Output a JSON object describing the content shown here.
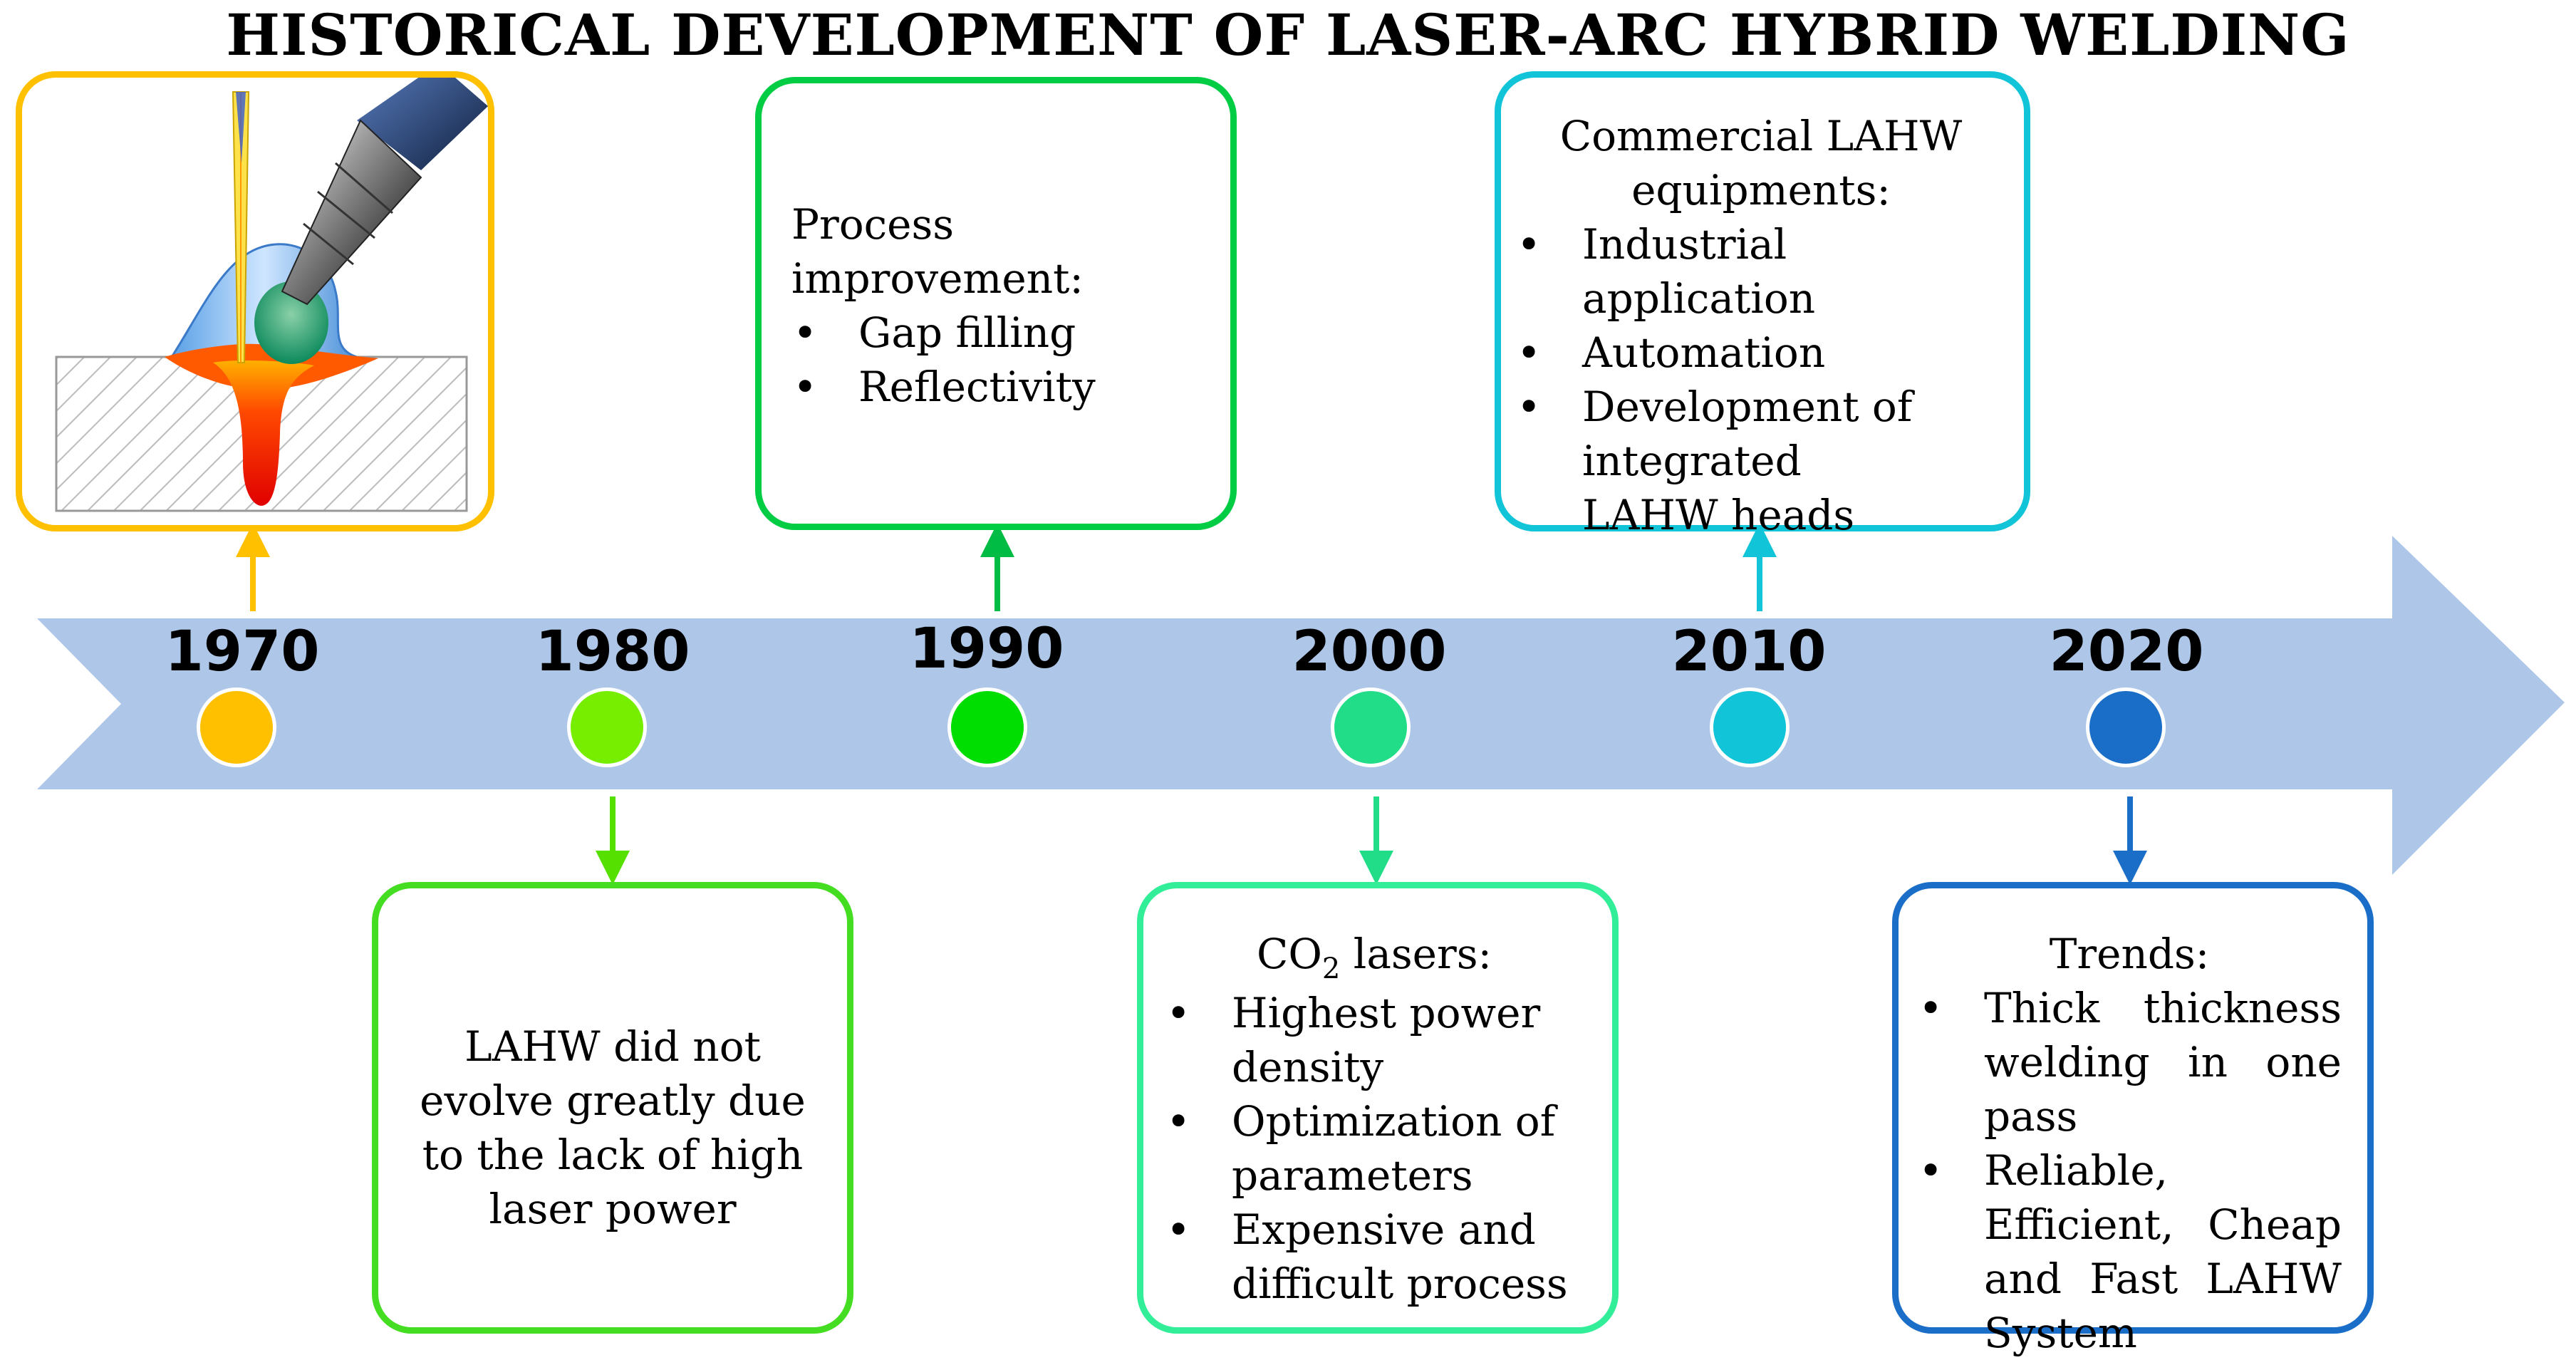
{
  "title": "HISTORICAL DEVELOPMENT OF LASER-ARC HYBRID WELDING",
  "colors": {
    "arrow": "#aec7e8",
    "c1970": "#ffc000",
    "c1980": "#66ee00",
    "c1990": "#00cc22",
    "c2000": "#22dd88",
    "c2010": "#11c4d8",
    "c2020": "#1a6ec8"
  },
  "timeline": [
    {
      "year": "1970",
      "color": "#ffc000"
    },
    {
      "year": "1980",
      "color": "#77ee00"
    },
    {
      "year": "1990",
      "color": "#00dd00"
    },
    {
      "year": "2000",
      "color": "#22dd88"
    },
    {
      "year": "2010",
      "color": "#11c4d8"
    },
    {
      "year": "2020",
      "color": "#1a6ec8"
    }
  ],
  "box1970": {
    "image": "laser-arc-hybrid-welding-illustration"
  },
  "box1980": {
    "text": "LAHW did not evolve greatly due to the lack of high laser power"
  },
  "box1990": {
    "heading": "Process improvement:",
    "items": [
      "Gap filling",
      "Reflectivity"
    ]
  },
  "box2000": {
    "heading_main": "CO",
    "heading_sub": "2",
    "heading_rest": " lasers:",
    "items": [
      "Highest power density",
      "Optimization of parameters",
      "Expensive and difficult process"
    ]
  },
  "box2010": {
    "heading": "Commercial LAHW equipments:",
    "items": [
      "Industrial application",
      "Automation",
      "Development of integrated LAHW heads"
    ]
  },
  "box2020": {
    "heading": "Trends:",
    "items": [
      "Thick thickness welding in one pass",
      "Reliable, Efficient, Cheap and Fast LAHW System"
    ]
  }
}
